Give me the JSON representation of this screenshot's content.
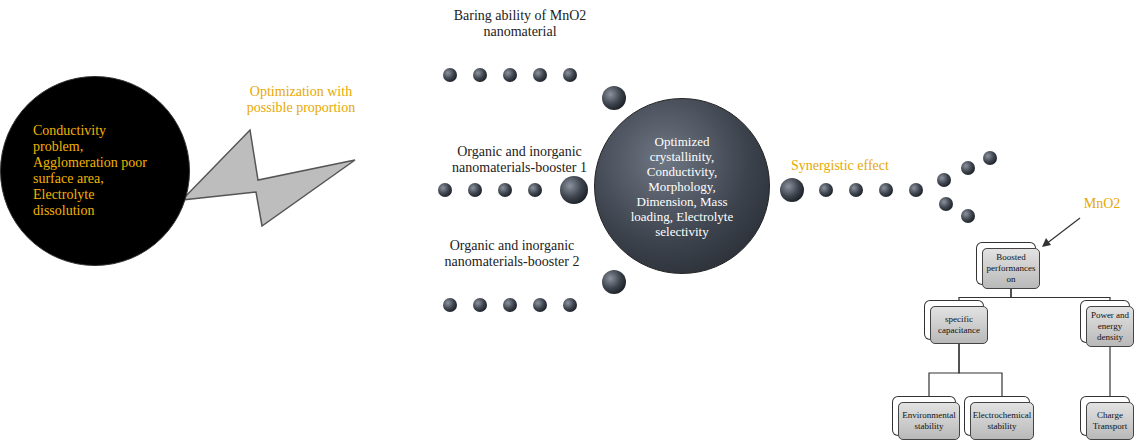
{
  "diagram": {
    "nodes": [
      {
        "text": [
          "Conductivity problem, Agglomeration poor surface area, Electrolyte dissolution"
        ]
      },
      {
        "text": [
          "Optimized crystallinity, Conductivity, Morphology, Dimension, Mass loading, Electrolyte selectivity"
        ]
      },
      {
        "text": [
          "Boosted performances on"
        ]
      },
      {
        "text": [
          "specific capacitance"
        ]
      },
      {
        "text": [
          "Power and energy density"
        ]
      },
      {
        "text": [
          "Environmental stability"
        ]
      },
      {
        "text": [
          "Electrochemical stability"
        ]
      },
      {
        "text": [
          "Charge Transport"
        ]
      }
    ],
    "edges": [
      {
        "from": 2,
        "to": 3,
        "arrow": "none"
      },
      {
        "from": 2,
        "to": 4,
        "arrow": "none"
      },
      {
        "from": 3,
        "to": 5,
        "arrow": "none"
      },
      {
        "from": 3,
        "to": 6,
        "arrow": "none"
      },
      {
        "from": 4,
        "to": 7,
        "arrow": "none"
      }
    ],
    "labels": [
      "Optimization with possible proportion",
      "Baring ability of MnO2 nanomaterial",
      "Organic and inorganic nanomaterials-booster 1",
      "Organic and inorganic nanomaterials-booster 2",
      "Synergistic effect",
      "MnO2"
    ]
  }
}
